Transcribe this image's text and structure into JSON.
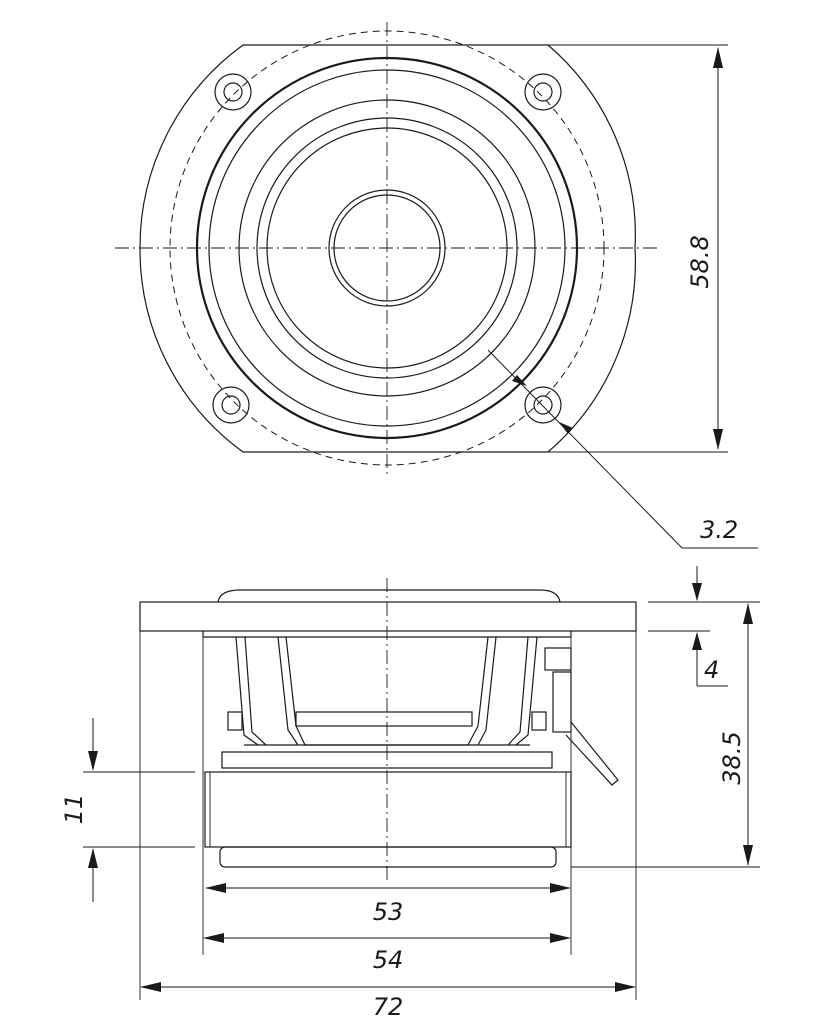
{
  "dimensions": {
    "mount_height": "58.8",
    "hole_diameter": "3.2",
    "flange_thickness": "4",
    "total_depth": "38.5",
    "magnet_height": "11",
    "magnet_diameter": "53",
    "basket_diameter": "54",
    "overall_width": "72"
  }
}
